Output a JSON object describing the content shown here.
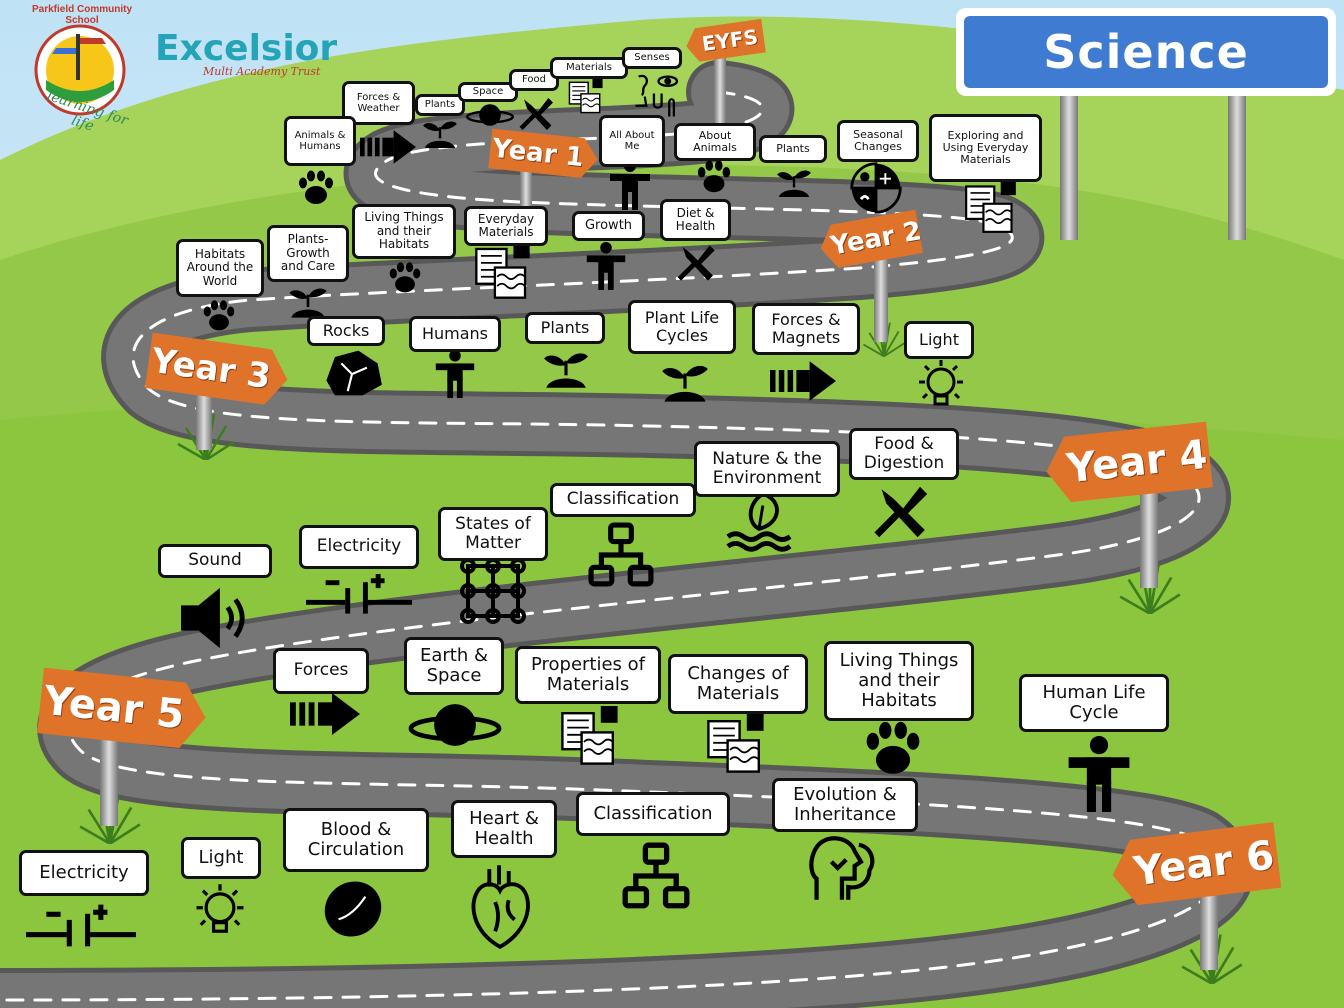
{
  "title": "Science",
  "logos": {
    "school_name": "Parkfield Community School",
    "school_motto": "learning for life",
    "trust_name": "Excelsior",
    "trust_subtitle": "Multi Academy Trust"
  },
  "year_signs": [
    "EYFS",
    "Year 1",
    "Year 2",
    "Year 3",
    "Year 4",
    "Year 5",
    "Year 6"
  ],
  "topics": {
    "eyfs": [
      "Forces & Weather",
      "Plants",
      "Space",
      "Food",
      "Materials",
      "Senses",
      "All About Me"
    ],
    "year1": [
      "Animals & Humans",
      "Seasonal Changes",
      "Plants",
      "About Animals",
      "Exploring and Using Everyday Materials"
    ],
    "year2": [
      "Habitats Around the World",
      "Plants- Growth and Care",
      "Living Things and their Habitats",
      "Everyday Materials",
      "Growth",
      "Diet & Health"
    ],
    "year3": [
      "Rocks",
      "Humans",
      "Plants",
      "Plant Life Cycles",
      "Forces & Magnets",
      "Light"
    ],
    "year4": [
      "Sound",
      "Electricity",
      "States of Matter",
      "Classification",
      "Nature & the Environment",
      "Food & Digestion"
    ],
    "year5": [
      "Forces",
      "Earth & Space",
      "Properties of Materials",
      "Changes of Materials",
      "Living Things and their Habitats",
      "Human Life Cycle"
    ],
    "year6": [
      "Electricity",
      "Light",
      "Blood & Circulation",
      "Heart & Health",
      "Classification",
      "Evolution & Inheritance"
    ]
  },
  "icons": [
    "arrow-icon",
    "plant-icon",
    "planet-icon",
    "cutlery-icon",
    "materials-icon",
    "senses-icon",
    "person-icon",
    "paw-icon",
    "seasons-icon",
    "rock-icon",
    "bulb-icon",
    "speaker-icon",
    "circuit-icon",
    "molecule-icon",
    "hierarchy-icon",
    "nature-icon",
    "blood-cell-icon",
    "heart-icon",
    "evolution-icon"
  ],
  "colors": {
    "sign_orange": "#e0732a",
    "science_blue": "#3f7bd0",
    "road": "#6e6e6e",
    "grass": "#8cc63f",
    "sky": "#cfe8f5"
  }
}
